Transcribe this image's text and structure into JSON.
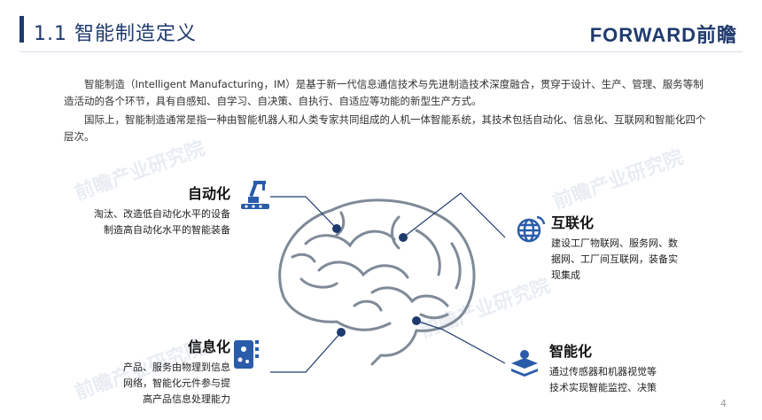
{
  "header": {
    "title": "1.1 智能制造定义",
    "logo": "FORWARD前瞻"
  },
  "intro": {
    "p1": "智能制造（Intelligent Manufacturing，IM）是基于新一代信息通信技术与先进制造技术深度融合，贯穿于设计、生产、管理、服务等制造活动的各个环节，具有自感知、自学习、自决策、自执行、自适应等功能的新型生产方式。",
    "p2": "国际上，智能制造通常是指一种由智能机器人和人类专家共同组成的人机一体智能系统，其技术包括自动化、信息化、互联网和智能化四个层次。"
  },
  "nodes": {
    "automation": {
      "title": "自动化",
      "desc": [
        "淘汰、改造低自动化水平的设备",
        "制造高自动化水平的智能装备"
      ],
      "icon": "robot-arm-icon"
    },
    "internet": {
      "title": "互联化",
      "desc": [
        "建设工厂物联网、服务网、数",
        "据网、工厂间互联网，装备实",
        "现集成"
      ],
      "icon": "globe-icon"
    },
    "information": {
      "title": "信息化",
      "desc": [
        "产品、服务由物理到信息",
        "网络，智能化元件参与提",
        "高产品信息处理能力"
      ],
      "icon": "data-icon"
    },
    "intelligence": {
      "title": "智能化",
      "desc": [
        "通过传感器和机器视觉等",
        "技术实现智能监控、决策"
      ],
      "icon": "layers-icon"
    }
  },
  "watermark": "前瞻产业研究院",
  "page_number": "4",
  "colors": {
    "brand": "#1f3a6e",
    "accent": "#2a5caa",
    "brain": "#7f8a98"
  }
}
